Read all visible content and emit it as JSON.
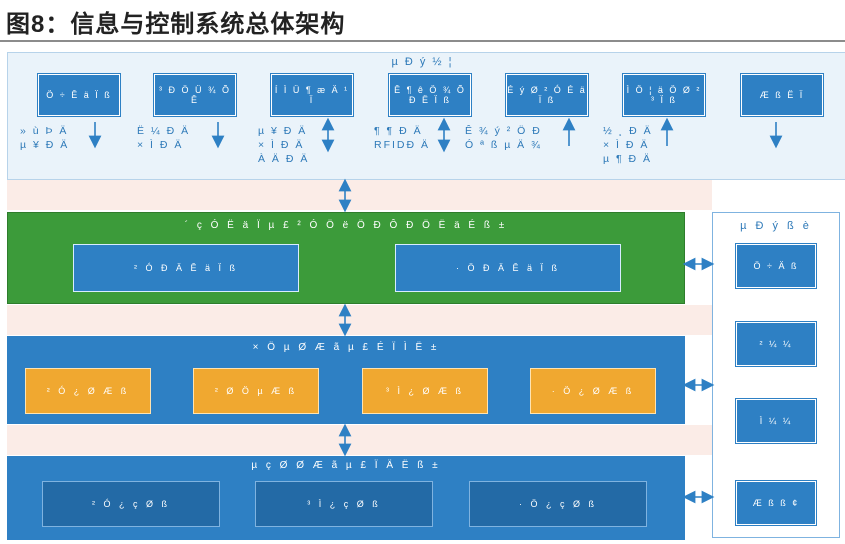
{
  "title": "图8：信息与控制系统总体架构",
  "top_section": {
    "title": "µ Ð ý ½ ¦",
    "boxes": [
      "Ö ÷ Ê ä Ï ß",
      "³ Ð Ö Ü ¾ Õ Ê",
      "Í Ì Ü ¶ æ Ä ¹ Ï",
      "Ê ¶ ê Ö ¾ Õ Ð Ë Ï ß",
      "É ý Ø ² Ó É ä Ï ß",
      "Ì Ö ¦ ä Ö Ø ² ³ Ï ß",
      "Æ ß Ë Ï"
    ],
    "notes": [
      "» ù Þ Ä\nµ ¥ Ð Ä",
      "Ë ¼ Ð Ä\n× Ì Ð Ä",
      "µ ¥ Ð Ä\n× Ì Ð Ä\nÀ Ä Ð Ä",
      "¶ ¶ Ð Ä\nRFIDÐ Ä",
      "Ê ¾ ý ² Ö Ð\nÓ ª ß µ Ä ¾",
      "½ ¸ Ð Ä\n× Ì Ð Ä\nµ ¶ Ð Ä"
    ]
  },
  "green_layer": {
    "label": "´ ç Ó Ë ä Ï µ £ ² Ó Ö ë Ö Ð Ô Ð Ö Ë ä É ß ±",
    "boxes": [
      "² Ó Ð Ä Ê ä Ï ß",
      "· Ö Ð Ä Ê ä Ï ß"
    ]
  },
  "control_layer": {
    "label": "× Ö µ Ø Æ ã µ £ É Ï Ì Ë ±",
    "boxes": [
      "² Ó ¿ Ø Æ ß",
      "² Ø Ö µ Æ ß",
      "³ Ì ¿ Ø Æ ß",
      "· Ö ¿ Ø Æ ß"
    ]
  },
  "device_layer": {
    "label": "µ ç Ø Ø Æ ã µ £ Ï Ä Ë ß ±",
    "boxes": [
      "² Ó ¿ ç Ø ß",
      "³ Ì ¿ ç Ø ß",
      "· Ö ¿ ç Ø ß"
    ]
  },
  "side_panel": {
    "title": "µ Ð ý ß è",
    "boxes": [
      "Ö ÷ Ä ß",
      "² ¼ ¼",
      "Ì ¼ ¼",
      "Æ ß ß ¢"
    ]
  }
}
